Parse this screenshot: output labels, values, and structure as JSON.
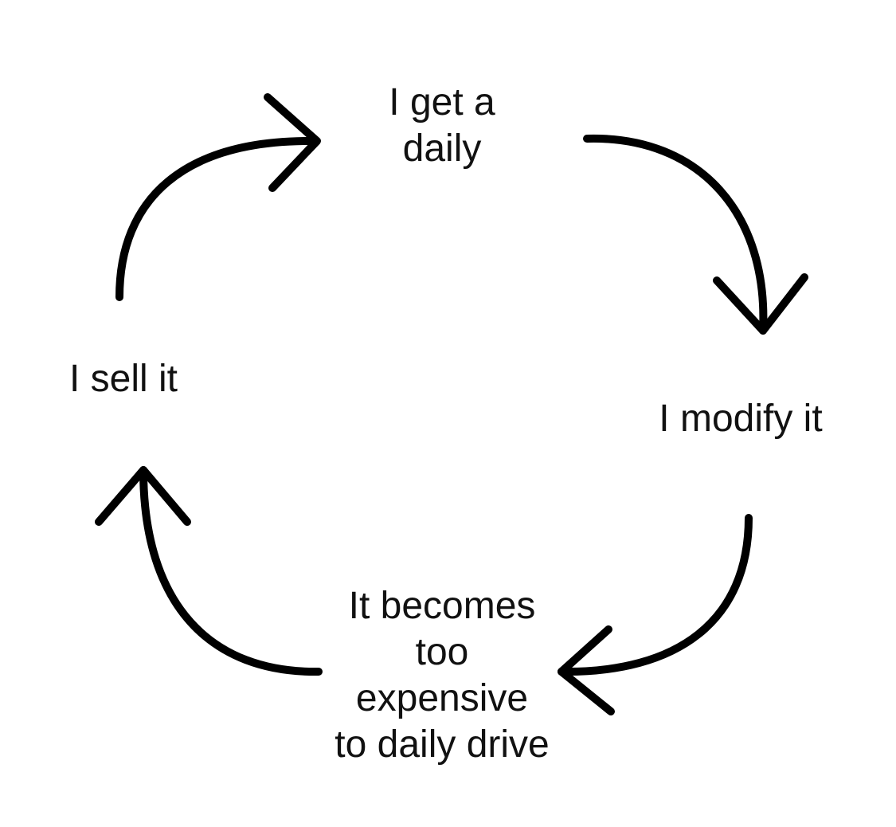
{
  "diagram": {
    "type": "cycle",
    "steps": [
      {
        "id": "get-daily",
        "lines": [
          "I get a",
          "daily"
        ]
      },
      {
        "id": "modify",
        "lines": [
          "I modify it"
        ]
      },
      {
        "id": "too-expensive",
        "lines": [
          "It becomes",
          "too",
          "expensive",
          "to daily drive"
        ]
      },
      {
        "id": "sell",
        "lines": [
          "I sell it"
        ]
      }
    ],
    "arrow_color": "#000000",
    "text_color": "#111111",
    "background_color": "#ffffff"
  }
}
